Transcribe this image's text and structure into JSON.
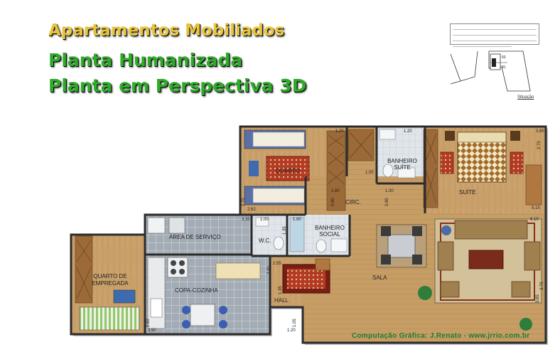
{
  "header": {
    "title1": "Apartamentos Mobiliados",
    "title2": "Planta Humanizada",
    "title3": "Planta em Perspectiva 3D"
  },
  "situation": {
    "caption": "Situação",
    "lot_a": "60",
    "lot_b": "81"
  },
  "rooms": {
    "quarto": "QUARTO",
    "banheiro_suite": "BANHEIRO SUÍTE",
    "suite": "SUÍTE",
    "circ": "CIRC.",
    "area_servico": "ÁREA DE SERVIÇO",
    "wc": "W.C.",
    "banheiro_social": "BANHEIRO SOCIAL",
    "quarto_empregada": "QUARTO DE EMPREGADA",
    "copa_cozinha": "COPA-COZINHA",
    "sala": "SALA",
    "hall": "HALL"
  },
  "dimensions": {
    "d1": "1.20",
    "d2": "1.20",
    "d3": "3.85",
    "d4": "2.70",
    "d5": "1.00",
    "d6": "1.60",
    "d7": "1.30",
    "d8": "0.80",
    "d9": "0.80",
    "d10": "2.62",
    "d11": "2.70",
    "d12": "3.35",
    "d13": "1.00",
    "d14": "1.90",
    "d15": "1.35",
    "d16": "6.10",
    "d17": "5.15",
    "d18": "2.55",
    "d19": "2.40",
    "d20": "1.35",
    "d21": "1.20",
    "d22": "2.60",
    "d23": "3.50",
    "d24": "1.05",
    "d25": "3.65",
    "d26": "3.75"
  },
  "footer": {
    "credit": "Computação Gráfica: J.Renato - www.jrrio.com.br"
  },
  "colors": {
    "wall": "#2b2b2b",
    "wood_floor": "#c9a06a",
    "tile_floor": "#9aa3ac",
    "title_gold": "#e8c43a",
    "title_green": "#2faa2a",
    "credit_green": "#1b7d2a"
  }
}
